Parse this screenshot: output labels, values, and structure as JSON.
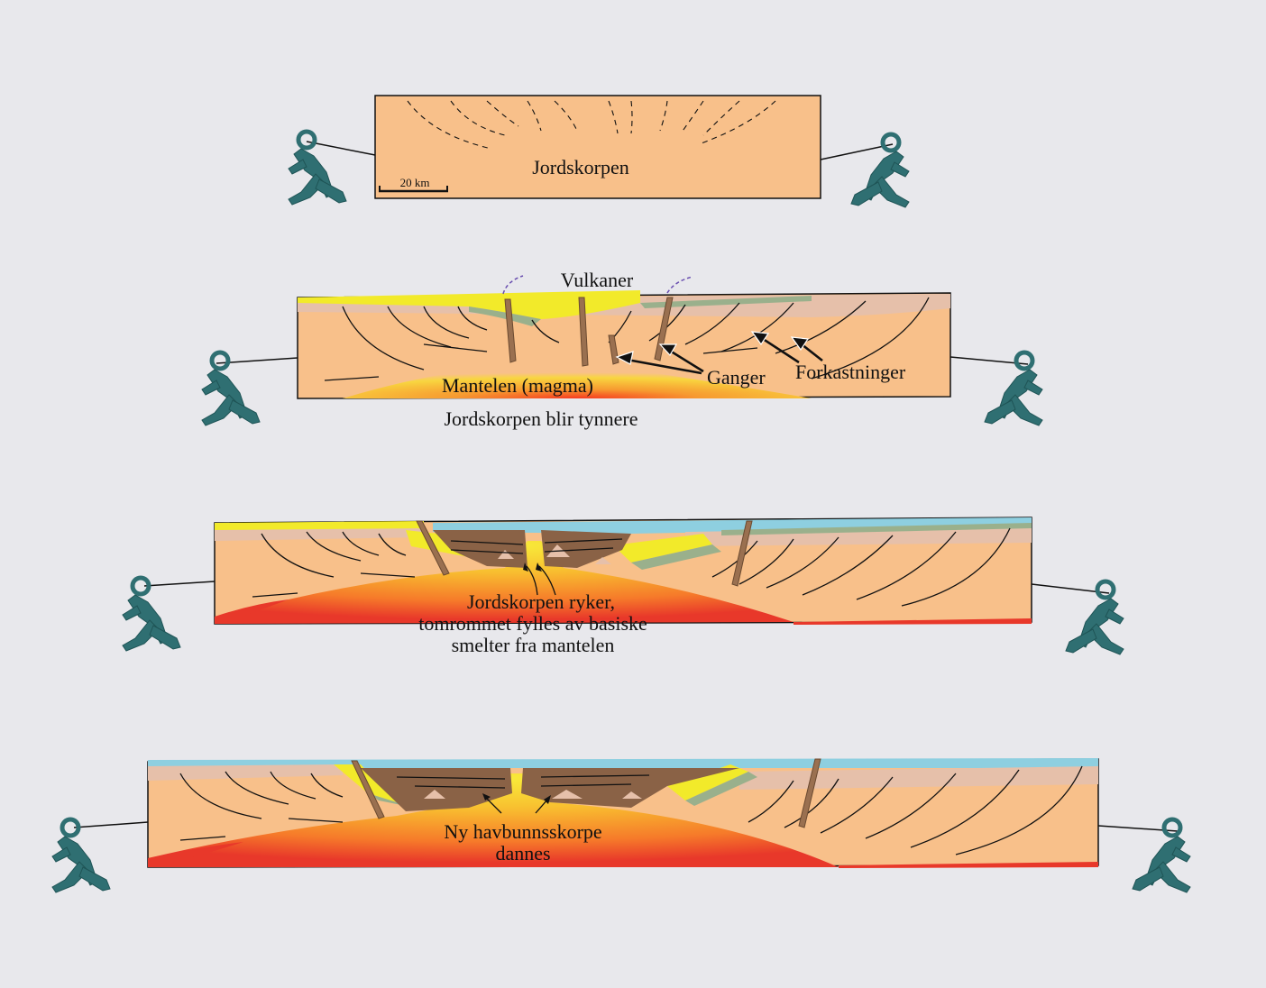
{
  "colors": {
    "background": "#e8e8ec",
    "crust": "#f8c08a",
    "crust_upper": "#e6c0aa",
    "sediment_yellow": "#f2ea2a",
    "sediment_green": "#9ab08c",
    "ocean": "#8ecfe0",
    "oceanic_crust": "#8a6246",
    "magma_hot": "#f6e24a",
    "magma_mid": "#f7a43a",
    "mantle_red": "#e8382a",
    "person": "#2f6f72"
  },
  "stage1": {
    "label": "Jordskorpen",
    "scalebar": "20 km"
  },
  "stage2": {
    "label_volcanoes": "Vulkaner",
    "label_dykes": "Ganger",
    "label_faults": "Forkastninger",
    "label_mantle": "Mantelen (magma)",
    "caption": "Jordskorpen blir tynnere"
  },
  "stage3": {
    "caption_line1": "Jordskorpen ryker,",
    "caption_line2": "tomrommet fylles av basiske",
    "caption_line3": "smelter fra mantelen"
  },
  "stage4": {
    "caption_line1": "Ny havbunnsskorpe",
    "caption_line2": "dannes"
  },
  "icons": [
    "pulling-person-icon"
  ]
}
